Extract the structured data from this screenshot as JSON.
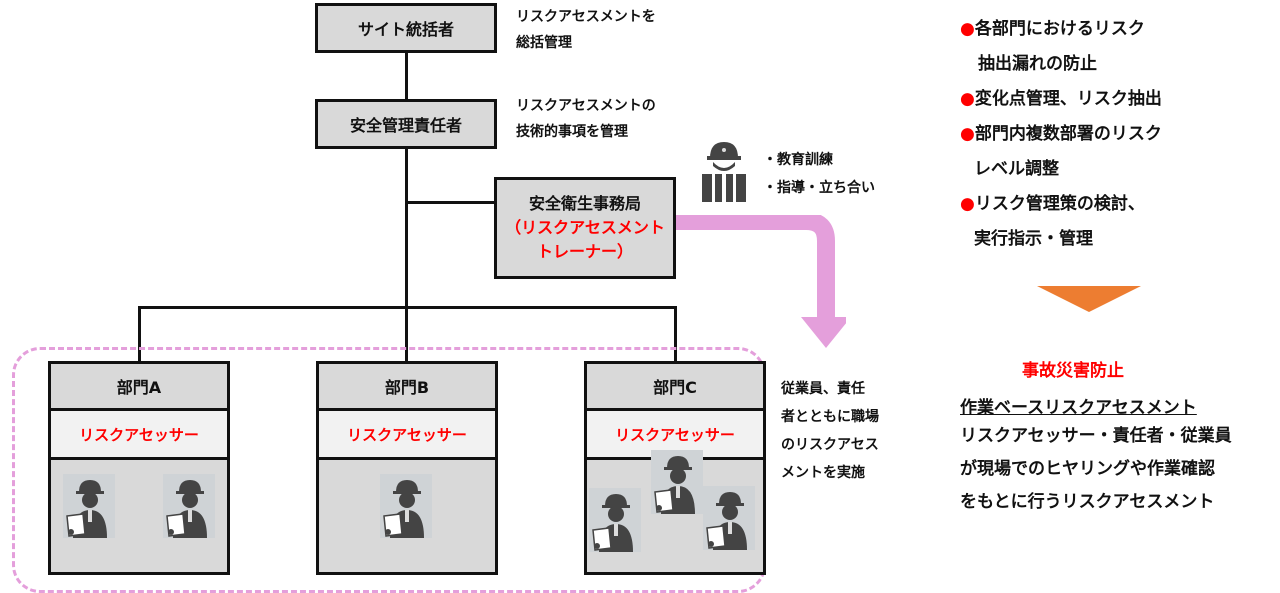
{
  "top": {
    "site_manager": {
      "label": "サイト統括者",
      "note": [
        "リスクアセスメントを",
        "総括管理"
      ]
    },
    "safety_manager": {
      "label": "安全管理責任者",
      "note": [
        "リスクアセスメントの",
        "技術的事項を管理"
      ]
    },
    "secretariat": {
      "label": "安全衛生事務局",
      "sub": [
        "（リスクアセスメント",
        "トレーナー）"
      ]
    },
    "trainer_tasks": [
      "・教育訓練",
      "・指導・立ち合い"
    ]
  },
  "departments": [
    {
      "name": "部門A",
      "role": "リスクアセッサー",
      "workers": 2
    },
    {
      "name": "部門B",
      "role": "リスクアセッサー",
      "workers": 1
    },
    {
      "name": "部門C",
      "role": "リスクアセッサー",
      "workers": 3
    }
  ],
  "dept_note": [
    "従業員、責任",
    "者とともに職場",
    "のリスクアセス",
    "メントを実施"
  ],
  "right_panel": {
    "bullet_char": "●",
    "items": [
      [
        "各部門におけるリスク",
        "抽出漏れの防止"
      ],
      [
        "変化点管理、リスク抽出"
      ],
      [
        "部門内複数部署のリスク",
        "レベル調整"
      ],
      [
        "リスク管理策の検討、",
        "実行指示・管理"
      ]
    ],
    "result_title": "事故災害防止",
    "result_subtitle": "作業ベースリスクアセスメント",
    "result_body": [
      "リスクアセッサー・責任者・従業員",
      "が現場でのヒヤリングや作業確認",
      "をもとに行うリスクアセスメント"
    ]
  },
  "colors": {
    "accent_red": "#ff0000",
    "flow_pink": "#e49fdb",
    "arrow_orange": "#ed7d31",
    "box_gray": "#d9d9d9"
  }
}
